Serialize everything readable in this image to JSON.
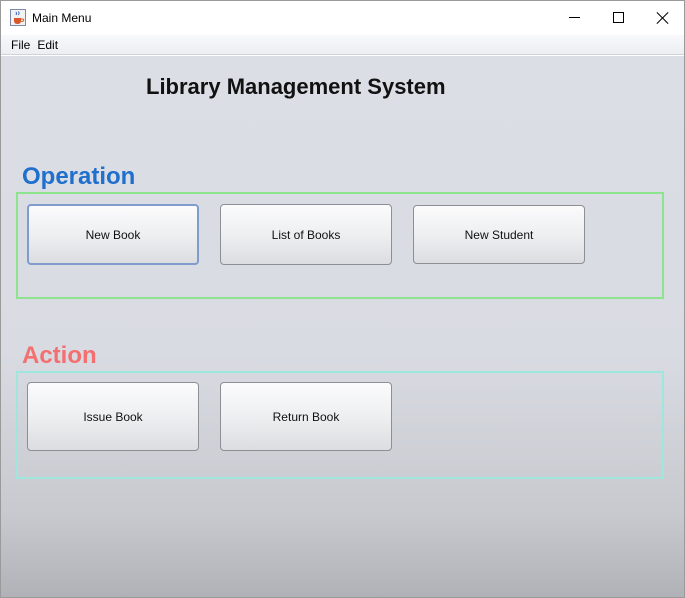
{
  "window": {
    "title": "Main Menu"
  },
  "menu": {
    "items": [
      "File",
      "Edit"
    ]
  },
  "main": {
    "title": "Library Management System",
    "operation": {
      "label": "Operation",
      "label_color": "#1f6fcc",
      "border_color": "#8ee38e",
      "buttons": [
        "New Book",
        "List of Books",
        "New Student"
      ]
    },
    "action": {
      "label": "Action",
      "label_color": "#f46f6f",
      "border_color": "#9fe6dd",
      "buttons": [
        "Issue Book",
        "Return Book"
      ]
    }
  },
  "icons": {
    "app": "java-cup-icon",
    "minimize": "minimize-icon",
    "maximize": "maximize-icon",
    "close": "close-icon"
  }
}
